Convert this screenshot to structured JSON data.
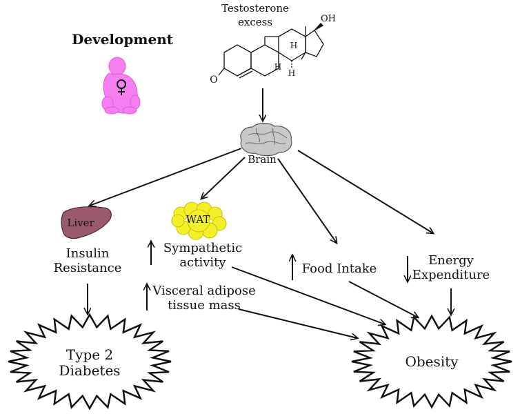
{
  "title": "Development",
  "steroid": {
    "label_line1": "Testosterone",
    "label_line2": "excess",
    "oh": "OH",
    "o": "O",
    "h1": "H",
    "h2": "H",
    "h3": "H"
  },
  "brain": "Brain",
  "liver": "Liver",
  "wat": "WAT",
  "insulin": {
    "line1": "Insulin",
    "line2": "Resistance"
  },
  "sympathetic": {
    "line1": "Sympathetic",
    "line2": "activity"
  },
  "visceral": {
    "line1": "Visceral adipose",
    "line2": "tissue mass"
  },
  "food": "Food Intake",
  "energy": {
    "line1": "Energy",
    "line2": "Expenditure"
  },
  "diabetes": {
    "line1": "Type 2",
    "line2": "Diabetes"
  },
  "obesity": "Obesity",
  "colors": {
    "pink": "#f57ff0",
    "liver": "#9b5a6a",
    "wat": "#f3ef2a",
    "line": "#111111"
  }
}
